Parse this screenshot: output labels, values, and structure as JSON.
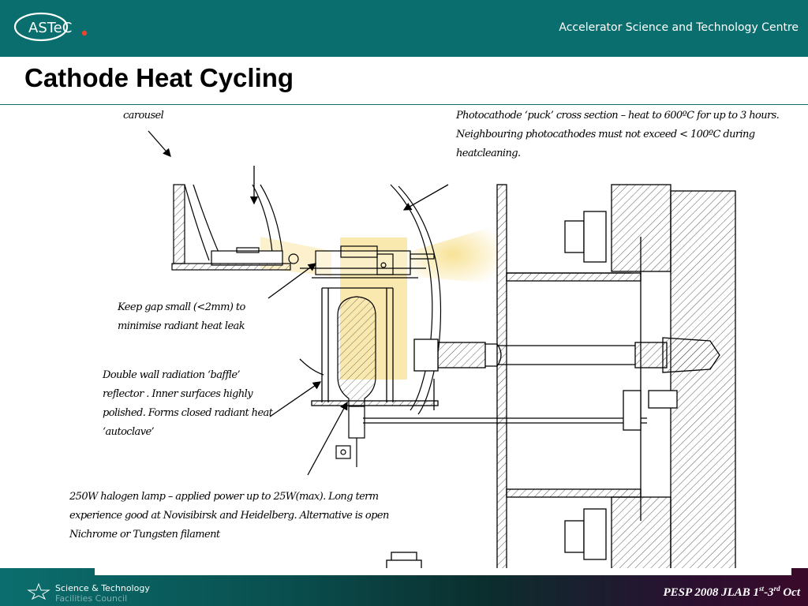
{
  "header": {
    "logo_text": "ASTeC",
    "centre_name": "Accelerator Science and Technology Centre"
  },
  "title": "Cathode Heat Cycling",
  "annotations": {
    "carousel": "carousel",
    "puck_line1": "Photocathode ‘puck’ cross section – heat to 600ºC for up to 3 hours.",
    "puck_line2": "Neighbouring photocathodes must not exceed < 100ºC during",
    "puck_line3": "heatcleaning.",
    "gap_line1": "Keep gap small (<2mm) to",
    "gap_line2": "minimise radiant heat leak",
    "baffle_line1": "Double wall radiation ‘baffle’",
    "baffle_line2": "reflector . Inner surfaces highly",
    "baffle_line3": "polished. Forms closed radiant heat",
    "baffle_line4": "‘autoclave’",
    "lamp_line1": "250W halogen lamp – applied power up to 25W(max). Long term",
    "lamp_line2": "experience good at Novisibirsk and Heidelberg. Alternative is open",
    "lamp_line3": "Nichrome or Tungsten filament"
  },
  "footer": {
    "stfc_line1": "Science & Technology",
    "stfc_line2": "Facilities Council",
    "conference_prefix": "PESP 2008 JLAB 1",
    "sup1": "st",
    "conference_mid": "-3",
    "sup2": "rd",
    "conference_suffix": " Oct"
  },
  "colors": {
    "header_teal": "#0b6e6e",
    "heat_yellow": "#f5d76e",
    "logo_dot": "#e8452c"
  }
}
